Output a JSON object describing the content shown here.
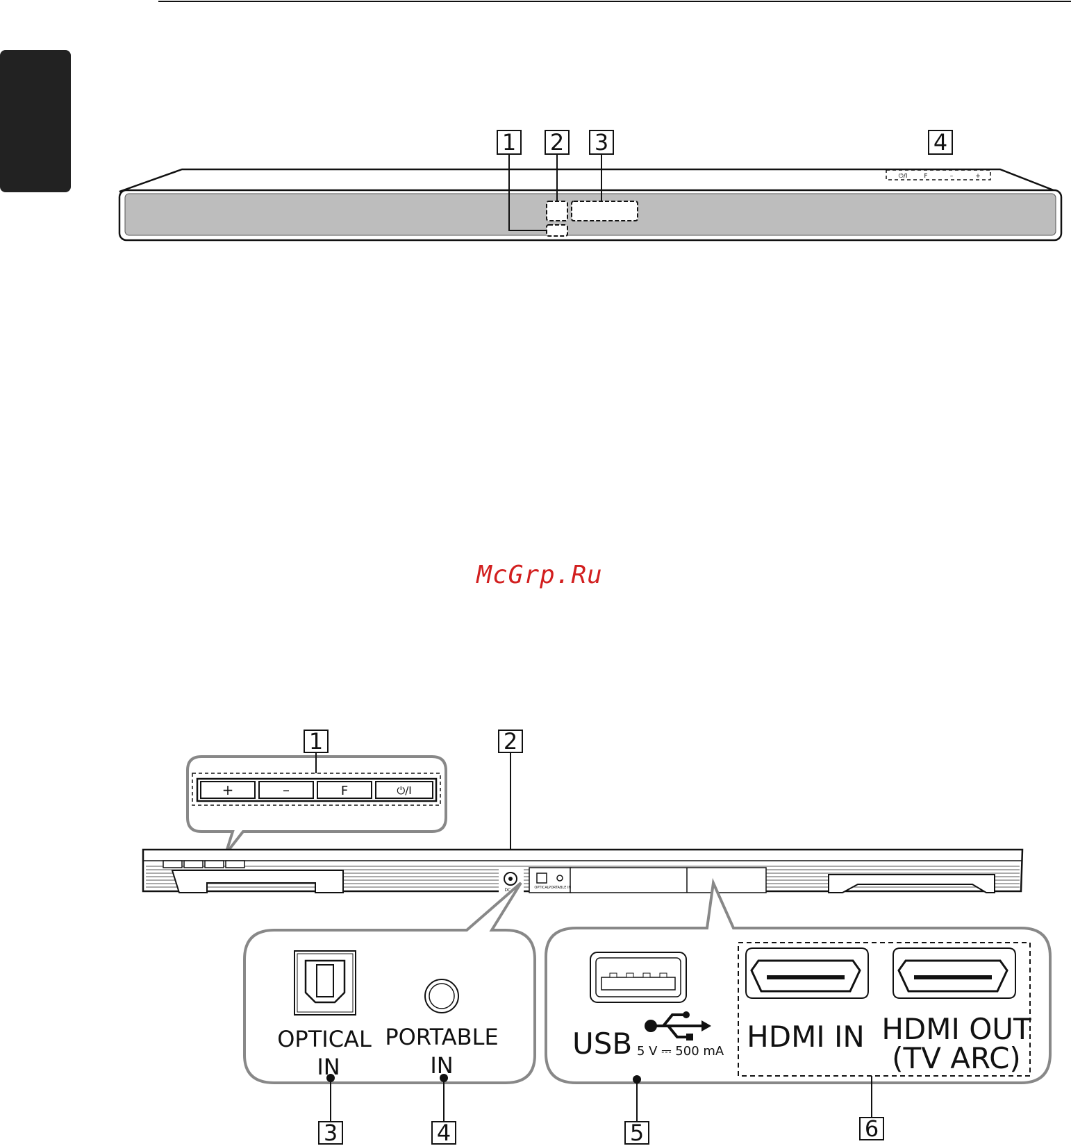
{
  "front_view": {
    "callouts": [
      "1",
      "2",
      "3",
      "4"
    ],
    "top_buttons": [
      "⏻/I",
      "F",
      "–",
      "+"
    ]
  },
  "rear_view": {
    "callouts": [
      "1",
      "2",
      "3",
      "4",
      "5",
      "6"
    ],
    "button_panel": [
      "+",
      "–",
      "F",
      "⏻/I"
    ],
    "dc_in_label": "DC IN",
    "small_optical_label": "OPTICAL",
    "small_portable_label": "PORTABLE IN",
    "optical_label_line1": "OPTICAL",
    "optical_label_line2": "IN",
    "portable_label_line1": "PORTABLE",
    "portable_label_line2": "IN",
    "usb_label": "USB",
    "usb_spec": "5 V ⎓ 500 mA",
    "hdmi_in_label": "HDMI IN",
    "hdmi_out_line1": "HDMI OUT",
    "hdmi_out_line2": "(TV ARC)"
  },
  "watermark": "McGrp.Ru",
  "colors": {
    "tab": "#222222",
    "bar_face": "#bdbdbd",
    "watermark": "#d21f1f"
  }
}
